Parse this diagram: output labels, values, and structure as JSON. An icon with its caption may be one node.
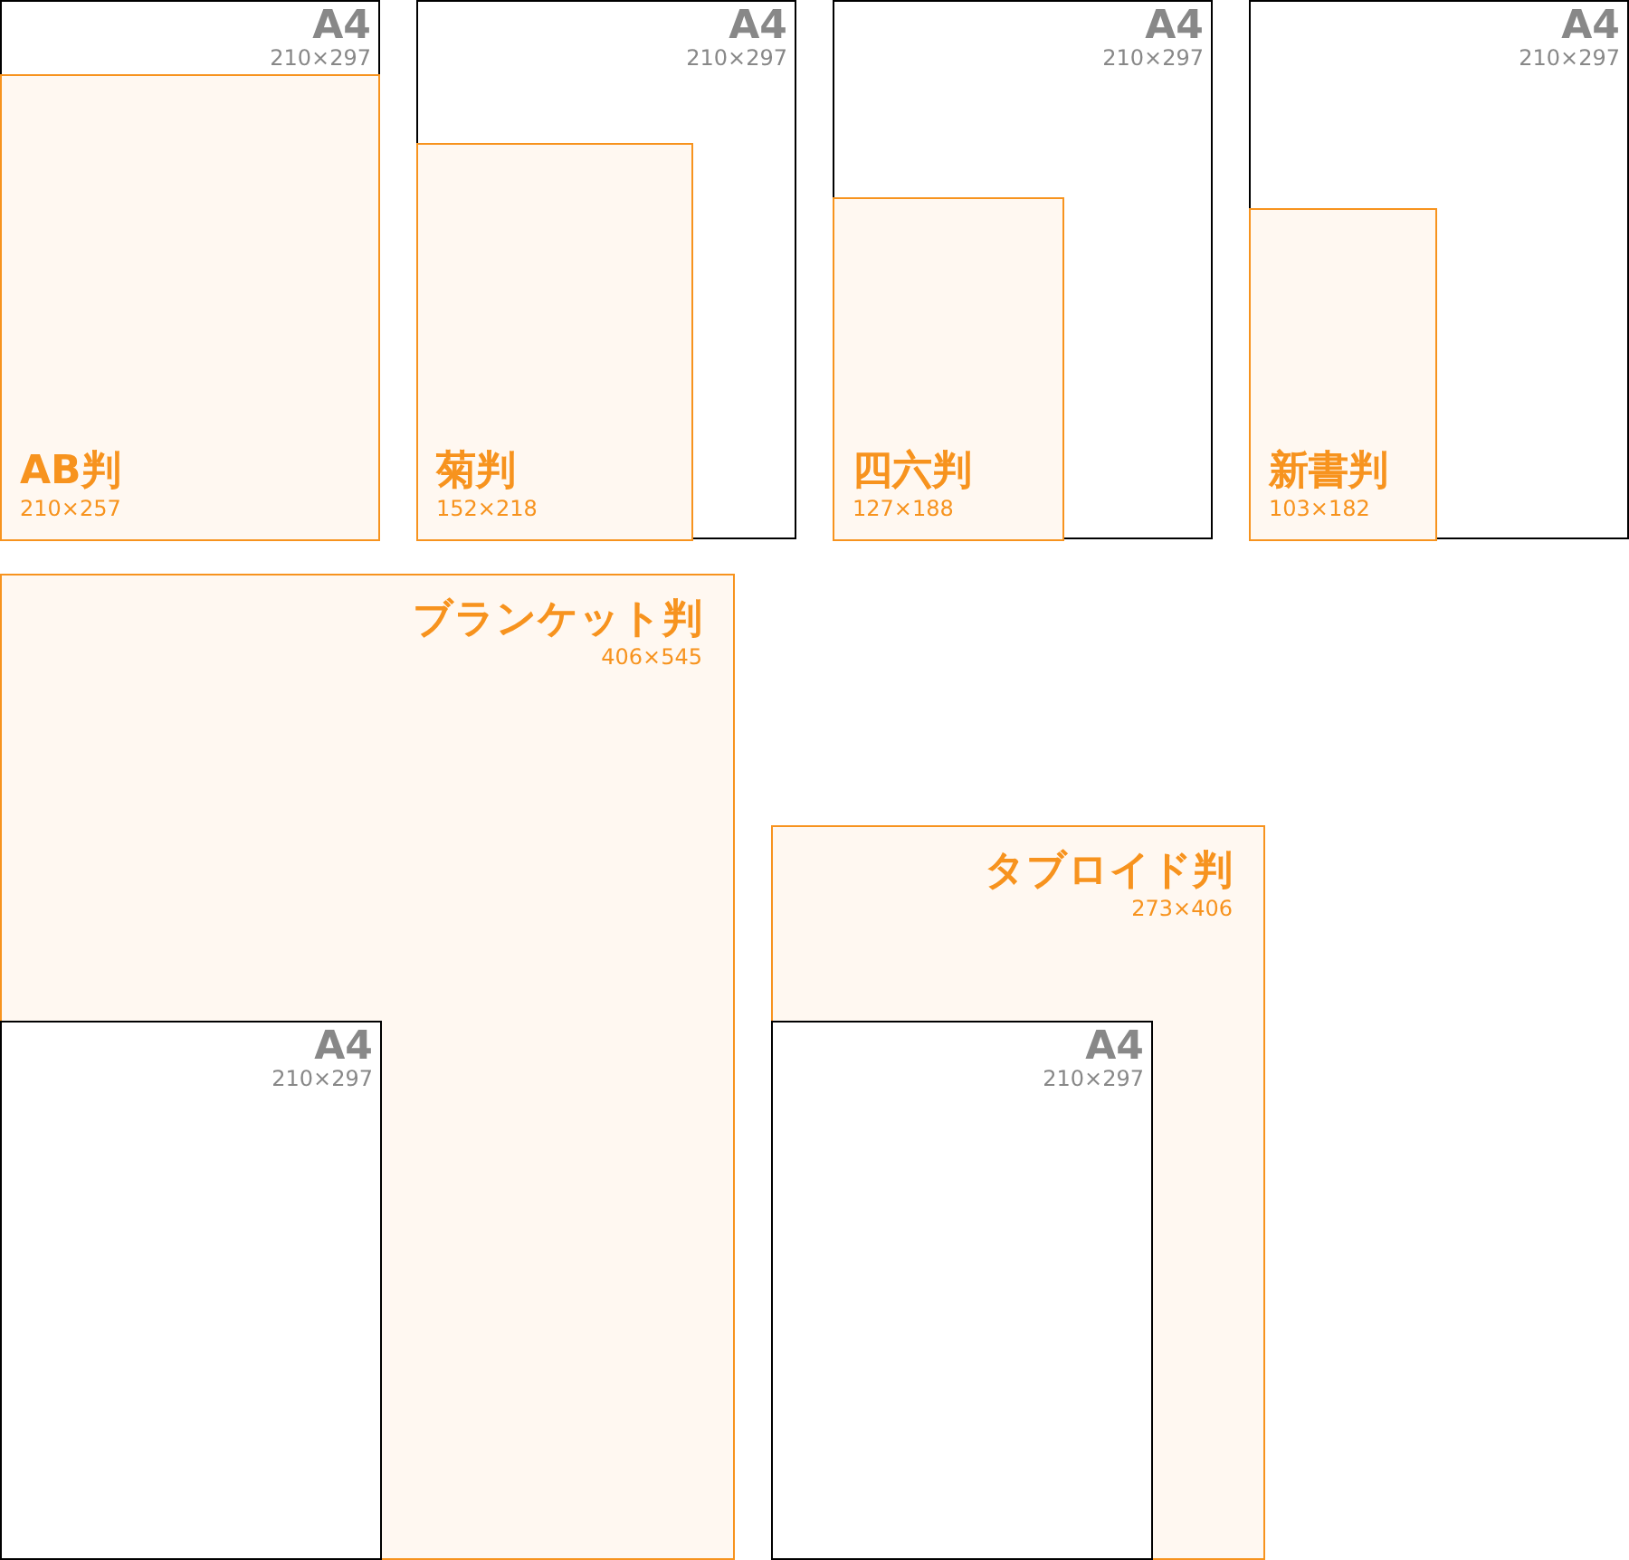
{
  "diagram": {
    "nodes": [
      {
        "text": [
          "A4",
          "210×297"
        ]
      },
      {
        "text": [
          "AB判",
          "210×257"
        ],
        "in": 0
      },
      {
        "text": [
          "A4",
          "210×297"
        ]
      },
      {
        "text": [
          "菊判",
          "152×218"
        ],
        "in": 2
      },
      {
        "text": [
          "A4",
          "210×297"
        ]
      },
      {
        "text": [
          "四六判",
          "127×188"
        ],
        "in": 4
      },
      {
        "text": [
          "A4",
          "210×297"
        ]
      },
      {
        "text": [
          "新書判",
          "103×182"
        ],
        "in": 6
      },
      {
        "text": [
          "ブランケット判",
          "406×545"
        ]
      },
      {
        "text": [
          "A4",
          "210×297"
        ],
        "in": 8
      },
      {
        "text": [
          "タブロイド判",
          "273×406"
        ]
      },
      {
        "text": [
          "A4",
          "210×297"
        ],
        "in": 10
      }
    ]
  }
}
